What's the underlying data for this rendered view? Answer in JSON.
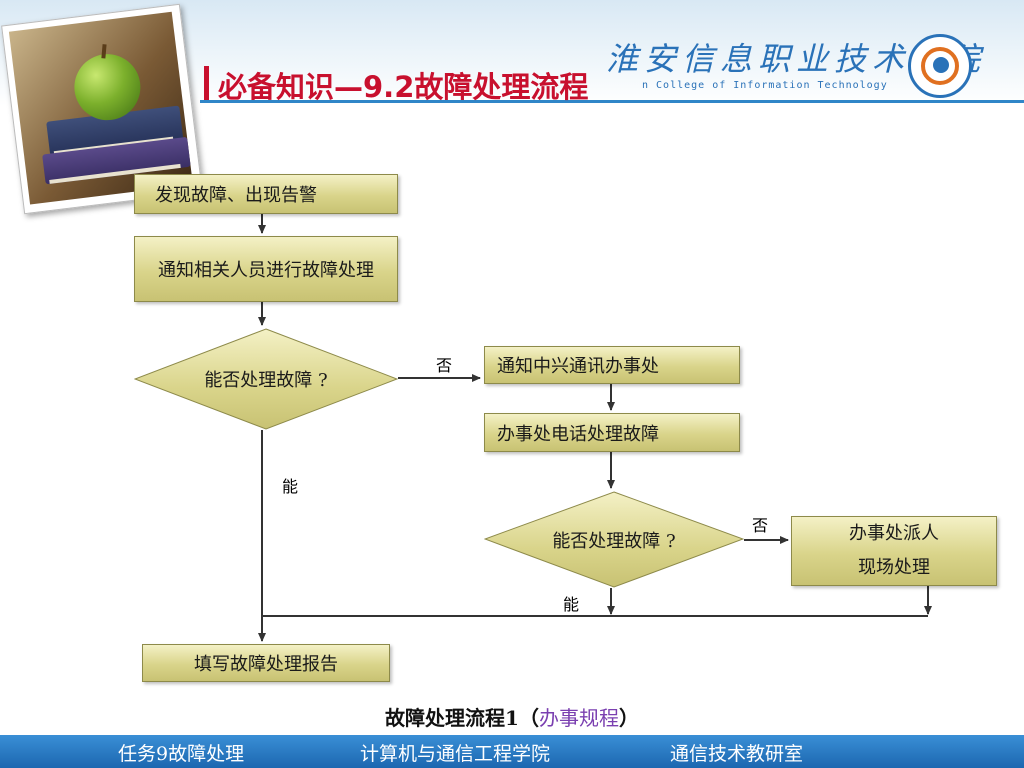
{
  "header": {
    "title": "必备知识—9.2故障处理流程",
    "school_name_cn": "淮安信息职业技术学院",
    "school_name_en": "n College of Information Technology"
  },
  "flowchart": {
    "nodes": {
      "n1": "发现故障、出现告警",
      "n2": "通知相关人员进行故障处理",
      "d1": "能否处理故障 ?",
      "n3": "通知中兴通讯办事处",
      "n4": "办事处电话处理故障",
      "d2": "能否处理故障 ?",
      "n5_line1": "办事处派人",
      "n5_line2": "现场处理",
      "n6": "填写故障处理报告"
    },
    "edge_labels": {
      "d1_no": "否",
      "d1_yes": "能",
      "d2_no": "否",
      "d2_yes": "能"
    }
  },
  "caption": {
    "main": "故障处理流程1（",
    "accent": "办事规程",
    "close": "）"
  },
  "footer": {
    "task": "任务9故障处理",
    "college": "计算机与通信工程学院",
    "office": "通信技术教研室"
  },
  "colors": {
    "title_red": "#c8102e",
    "node_fill": "#d9d48a",
    "footer_blue": "#1c67b0",
    "caption_accent": "#7a3fb0"
  }
}
